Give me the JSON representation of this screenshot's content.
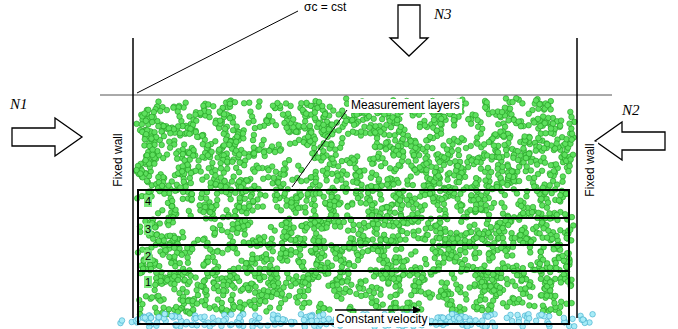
{
  "diagram": {
    "nodes": [
      {
        "text": [
          "4"
        ]
      },
      {
        "text": [
          "3"
        ]
      },
      {
        "text": [
          "2"
        ]
      },
      {
        "text": [
          "1"
        ]
      }
    ],
    "labels": [
      "σc = cst",
      "N3",
      "N1",
      "N2",
      "Fixed wall",
      "Fixed wall",
      "Measurement layers",
      "Constant velocity"
    ]
  }
}
